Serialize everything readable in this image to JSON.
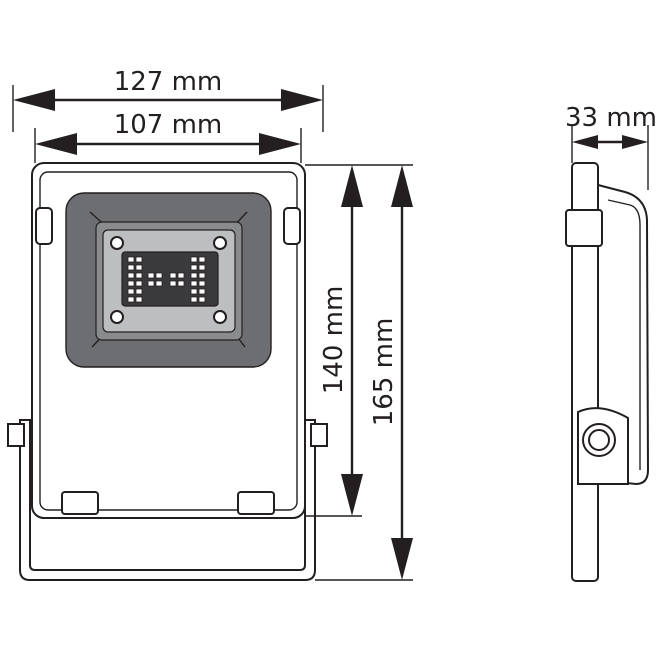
{
  "dimensions": {
    "outer_width": "127 mm",
    "inner_width": "107 mm",
    "depth": "33 mm",
    "housing_height": "140 mm",
    "total_height": "165 mm"
  },
  "colors": {
    "line": "#231f20",
    "body_fill": "#6d6e71",
    "cob_fill": "#3a3a3c",
    "background": "#ffffff"
  }
}
